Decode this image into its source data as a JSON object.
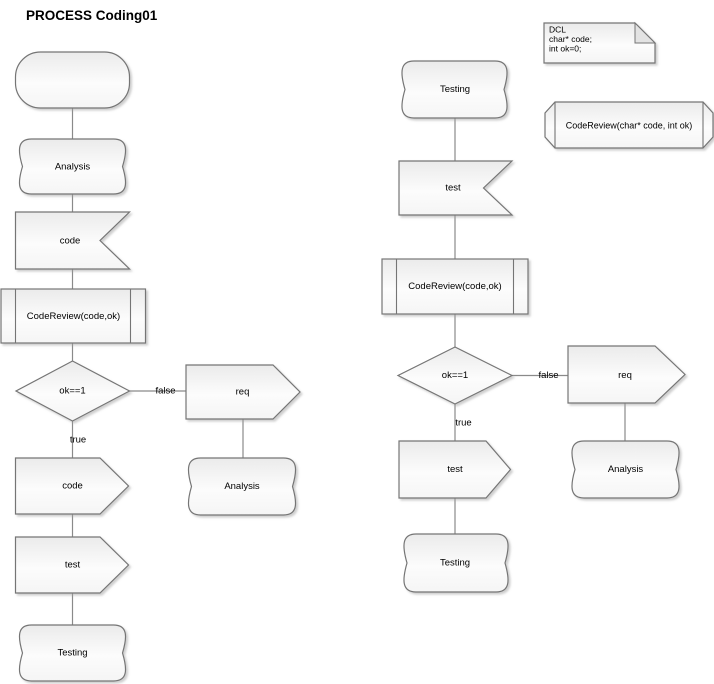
{
  "title": "PROCESS Coding01",
  "colors": {
    "background": "#ffffff",
    "shape_border": "#757575",
    "connector_line": "#8a8a8a",
    "shape_fill_top": "#ebebeb",
    "shape_fill_bottom": "#f5f5f5",
    "text": "#000000"
  },
  "declarations": {
    "dcl_note": {
      "line1": "DCL",
      "line2": "char* code;",
      "line3": "int ok=0;"
    },
    "procedure": {
      "label": "CodeReview(char* code, int ok)"
    }
  },
  "left_flow": {
    "analysis_state": {
      "label": "Analysis"
    },
    "code_input": {
      "label": "code"
    },
    "codereview_call": {
      "label": "CodeReview(code,ok)"
    },
    "decision": {
      "label": "ok==1"
    },
    "false_branch": {
      "label": "false"
    },
    "true_branch": {
      "label": "true"
    },
    "req_output": {
      "label": "req"
    },
    "analysis_state_2": {
      "label": "Analysis"
    },
    "code_output": {
      "label": "code"
    },
    "test_output": {
      "label": "test"
    },
    "testing_state": {
      "label": "Testing"
    }
  },
  "right_flow": {
    "testing_state_top": {
      "label": "Testing"
    },
    "test_input": {
      "label": "test"
    },
    "codereview_call": {
      "label": "CodeReview(code,ok)"
    },
    "decision": {
      "label": "ok==1"
    },
    "false_branch": {
      "label": "false"
    },
    "true_branch": {
      "label": "true"
    },
    "req_output": {
      "label": "req"
    },
    "analysis_state": {
      "label": "Analysis"
    },
    "test_output": {
      "label": "test"
    },
    "testing_state_bottom": {
      "label": "Testing"
    }
  }
}
